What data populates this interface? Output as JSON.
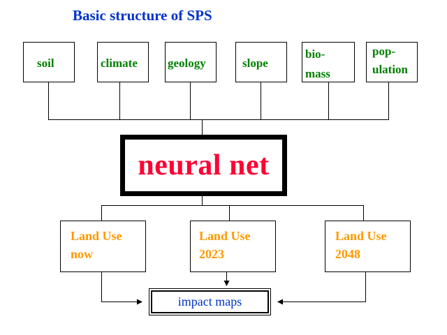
{
  "title": "Basic structure of SPS",
  "inputs": [
    {
      "id": "soil",
      "label": "soil"
    },
    {
      "id": "climate",
      "label": "climate"
    },
    {
      "id": "geology",
      "label": "geology"
    },
    {
      "id": "slope",
      "label": "slope"
    },
    {
      "id": "biomass",
      "line1": "bio-",
      "line2": "mass"
    },
    {
      "id": "population",
      "line1": "pop-",
      "line2": "ulation"
    }
  ],
  "core": {
    "label": "neural net"
  },
  "outputs": [
    {
      "id": "now",
      "line1": "Land Use",
      "line2": "now"
    },
    {
      "id": "2023",
      "line1": "Land Use",
      "line2": "2023"
    },
    {
      "id": "2048",
      "line1": "Land Use",
      "line2": "2048"
    }
  ],
  "result": {
    "label": "impact maps"
  },
  "colors": {
    "title": "#0033cc",
    "inputs": "#008000",
    "core": "#ff0033",
    "outputs": "#ff9900",
    "result": "#0033cc",
    "lines": "#000000"
  }
}
